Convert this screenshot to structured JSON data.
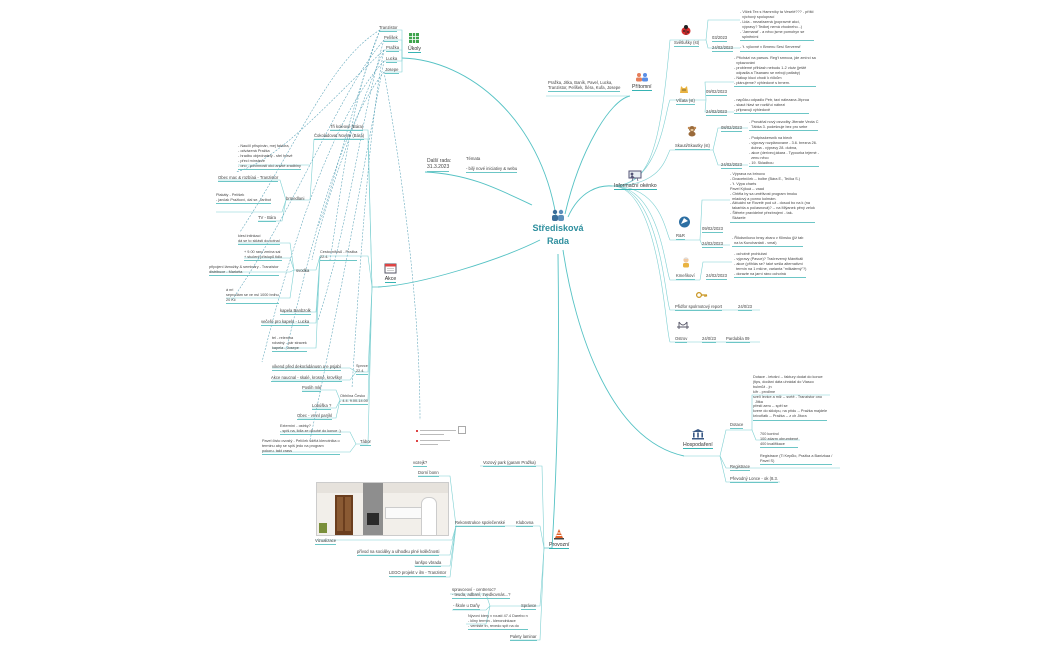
{
  "central": {
    "title_line1": "Středisková",
    "title_line2": "Rada"
  },
  "branches": {
    "ukoly": {
      "label": "Úkoly",
      "people": [
        "Tranzistor",
        "Pelíšek",
        "Pražka",
        "Lucka",
        "Josepe"
      ]
    },
    "pritomni": {
      "label": "Přítomní",
      "text": "Pražka, Jitka, Baník, Pavel, Lucka,\nTranzistor, Pelíšek, Šéra, Kuřa, Josepe"
    },
    "info": {
      "label": "Informační okénko"
    },
    "hospodareni": {
      "label": "Hospodaření"
    },
    "provozni": {
      "label": "Provozní"
    },
    "akce": {
      "label": "Akce"
    },
    "dalsi": {
      "label": "Další rada:",
      "date": "31.3.2023",
      "tema": "Témata",
      "tema_text": "- bilý nové iniciativy & webu"
    }
  },
  "info_items": [
    {
      "name": "Světlušky (st)",
      "dates": [
        "03/2023",
        "24/02/2023"
      ],
      "texts": [
        "- Vlček Tex s Hamrníky ta Veselé??? - příští\n  výchový spoluprací\n- Lida - nezařazená (popravné akcí,\n  výpravy? Tedkej nemá vhodneho...)\n- 'Jarmarat' - a něco jsme pomohyn se\n  splněními",
        "- 't. výlovné v Brnenu Sesi Serverrst'"
      ]
    },
    {
      "name": "Vlčata (st)",
      "dates": [
        "09/02/2023",
        "24/02/2023"
      ],
      "texts": [
        "- Příchází na parsos. Reg't smrcca, jde zmírcí sa\n  vykazování\n- problemé přihlash nebudu 1-2 vlcár (ještě\n  odpadla a Tisanaec se nebojí patlaby)\n- Nákup kluci chodí k ričkům\n- plánujeme? výhledové s brnem.",
        "- napůlcu odpadlo Petr, taxi nálezana Jitproa\n- skaut hlavi se rozšiřuí nábezi\n- připravují výhledově"
      ]
    },
    {
      "name": "Skauti/Skautky (st)",
      "dates": [
        "08/02/2023",
        "24/02/2023"
      ],
      "texts": [
        "- Prováňal nový osvodby Jiterate Vecta C\n  Tábka 3. podešnuje bez pro sebe",
        "- Podpisskersnik na biech\n- výpravy rozplánovane - 3.6. brezna 26.\n  dubna - výpravy 28. dubna,\n- akce (derivecj;ákara - Typourka tejemé -\n  zenu něco\n- 19. Skladbou"
      ]
    },
    {
      "name": "R&R",
      "dates": [
        "09/02/2023",
        "24/02/2023"
      ],
      "texts": [
        "- Výprava na brinovo\n- Dvacetníček -- bolbe (Bára E., Tečka S.)\n- 't. Výpa charts\nPavel Kýkuá -- vaad\n- Chtěla by sa umělivost program tmoku\n  mladový a ponno kolmám.\n- Aktuální se Rovelé pod už - dosud bo na k (na\n  takarbla a počasnová)? -- na Mlýanek pěný zelok\n- Štěrete pravidelné přezbrojení - tak-\n  Skázele",
        "- Říkdsníkovo bnsy zbaru v Klinsku (již tab\n  na ta Kunchantatí - vmal)"
      ]
    },
    {
      "name": "Kmeňkoví",
      "dates": [
        "24/02/2023"
      ],
      "texts": [
        "- ochotně prohlubat\n- výpravy (Pavue)? Tračrevemý Máněkálí\n- akce (přihlás se? také sešla alternativní\n  termín na 1 mšíne, varianta \"milkalemý\"?)\n- dorazte na jarní ráno ochotná"
      ]
    },
    {
      "name": "Přidfor spolrnotový report",
      "dates": [
        "24/0/23"
      ],
      "texts": []
    },
    {
      "name": "Ostrov",
      "dates": [
        "24/0/23"
      ],
      "texts": [
        "Pardubila 09"
      ]
    }
  ],
  "hospodareni_items": {
    "dotace_label": "Dotace",
    "dotace_text": "Dotace - letošní -- faktury dodat do konce\n(tips, dodání dáta uhrádal do Vlasco\nbulmůž - jn\nkiřr - prvdlme\nsvelí levice a mlž -- svrtě - Tranzistor ono\n  Jitka\npřesti aeru -- spěl se\nkvere do skloipu, na pňdu -- Pražka majdele\nkrivořlatk -- Pražka -- z ch Jitora",
    "sums_text": "700 kontrol\n100 zdarm obrumbené\n400 kvalifikace",
    "registrace_label": "Registrace",
    "registrace_text": "Registrace (Ti Kepůlo, Pražka a Banizkaa /\nPavel S)",
    "leasing_text": "Převodný Lonce - ok (8.3."
  },
  "provozni_items": {
    "vazprk_label": "Vozový park (garam Pražka)",
    "vazprk_sub": "vozejk?",
    "klubovna_label": "Klubovna",
    "klubovna_sub": "Rekonstrukce společenské",
    "vizualizace": "Vizualizace",
    "dorni_boss": "Dorní bonn",
    "privod": "přívod na sociálky a ulhodku plné kolikčnosti",
    "lanko": "lanšpo vbrada",
    "lego": "LEGO projekt v ilm - Tranzistor",
    "sprava_label": "Správce",
    "sprava_text1": "spravceoví - centreroc?\n- teuda, adbaní, zvedkovnás...?",
    "sprava_text2": "- škole u Daňy",
    "sprava_text3": "Nývoní ktery v roustí 47.4 Darebo n\n- kliny termín - klerondnkace\n- vemiste tn, revedo spit na do",
    "paleta": "Palety laminar"
  },
  "akce_items": {
    "v_chat": "Tři koleové (Bára)",
    "cinnavad": "Čokoladovat Novice (Bára)",
    "kvaner_text": "- Naučil přispínán, mej faktora,\n- odvázená Pražka\n- hradbu objednatelý - sfel hravě\n- přeci mínsteze\n- ono - povinnosti okó anvké zradbiny",
    "obec": "Obec mac & rozbíaá - Tranzistor",
    "plakaty": "Plakáty - Pelíšek\n- jančak Pražkoví, dal se. Jaribot",
    "tv": "TV - Bára",
    "brmedlani": "brmedlani",
    "kvasar_text": "kiesi intinkací\ndá se to sklásti do kotnal",
    "kvasar2": "+ 9.00 ranc zmína sai\n+ stučeni přístupů tidlo",
    "pripojen": "připojení lámožky & semináry - Tranzistor\ndistribuce - Markéta",
    "orientace": "Cestovnífosů - Pražka\n22.4.",
    "svdoka": "svodka",
    "akce_sub": "á nri\nseprodám se ve nsl 1000 bnihu\n20 Kč",
    "kaptin": "kapela Banbzolk",
    "vecera": "večeře pro kapelu - Lucka",
    "tel": "tel - relentna\nrobatný - pár stravek\nkapela - Josepe",
    "vikend": "víkend před dekorádánusn a e psjabí",
    "akce_naucna": "Akce naucnal - skalé, krosné, krovšky!",
    "sprvec": "Sprvce\n22.4.",
    "obecnlar": "Obhílna Česko\n- 4.4. 9.00-14.00",
    "pozasodnice": "Poslih mlé",
    "lobokla": "Lobúška ?",
    "obec_vrnl": "Obec - vrnnl parýkl",
    "externi": "Externíní - ostrky?\n- spíš na, lidla ze dlouhé do konce :)",
    "pavel_cisto": "Pavel čisto ovostý - Pelíček sdělá klenotnika o\nterminu aby se spíš jedo na program\npokoru. takt crass",
    "tabor": "Tábor"
  }
}
